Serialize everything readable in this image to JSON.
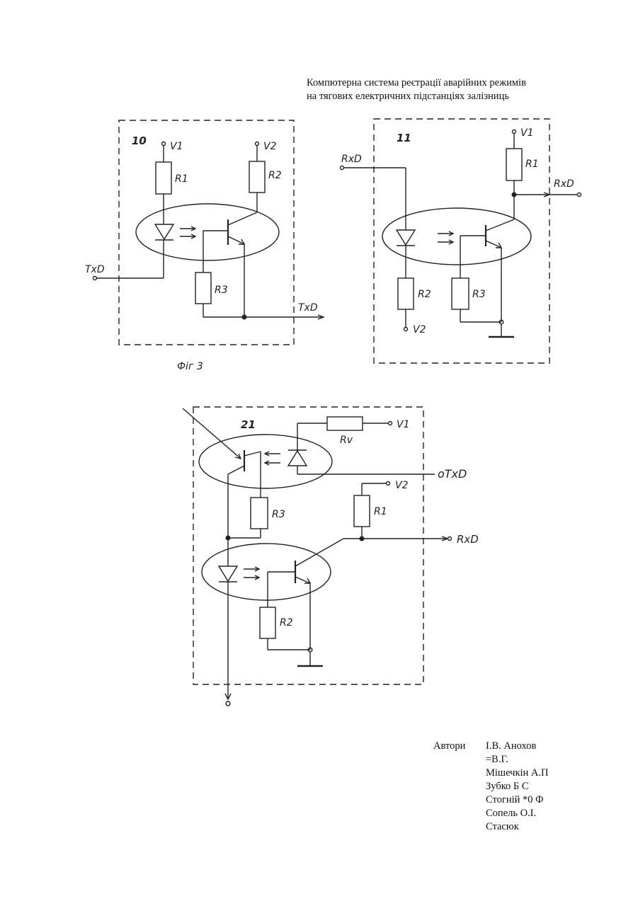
{
  "title": {
    "line1": "Компютерна система реєтрації аварійних режимів",
    "line2": "на тягових електричних підстанціях залізниць"
  },
  "fig10": {
    "number": "10",
    "v1": "V1",
    "v2": "V2",
    "r1": "R1",
    "r2": "R2",
    "r3": "R3",
    "txd_in": "TxD",
    "txd_out": "TxD",
    "caption": "Фіг 3"
  },
  "fig11": {
    "number": "11",
    "v1": "V1",
    "rxd_in": "RxD",
    "rxd_out": "RxD",
    "r1": "R1",
    "r2": "R2",
    "r3": "R3",
    "v2": "V2"
  },
  "fig21": {
    "number": "21",
    "rv": "Rv",
    "v1": "V1",
    "txd": "oTxD",
    "v2": "V2",
    "r1": "R1",
    "r3": "R3",
    "rxd": "RxD",
    "r2": "R2"
  },
  "authors": {
    "label": "Автори",
    "names": [
      "І.В. Анохов",
      "=В.Г.",
      "Мішечкін А.П",
      "Зубко Б С",
      "Стогній *0 Ф",
      "Сопель О.І.",
      "Стасюк"
    ]
  }
}
